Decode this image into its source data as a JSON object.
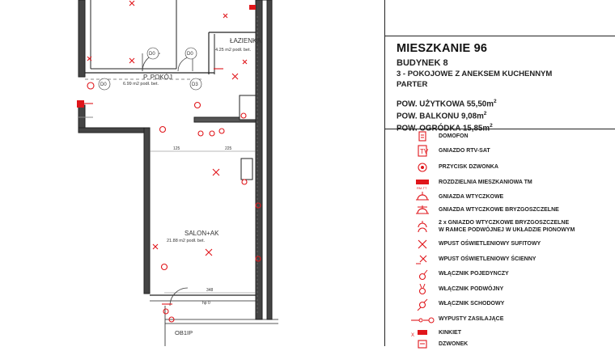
{
  "plan": {
    "rooms": [
      {
        "key": "lazienka",
        "name": "ŁAZIENKA",
        "area": "4.25 m2 podł. bet."
      },
      {
        "key": "pokoj",
        "name": "P. POKÓJ",
        "area": "6.99 m2 podł. bet."
      },
      {
        "key": "salon",
        "name": "SALON+AK",
        "area": "21.88 m2 podł. bet."
      },
      {
        "key": "balkon",
        "name": "OB1IP",
        "area": ""
      }
    ],
    "door_tags": [
      "D0",
      "D0",
      "D3",
      "D0"
    ],
    "dims": [
      "125",
      "225",
      "348",
      "hp 0"
    ]
  },
  "info": {
    "title": "MIESZKANIE 96",
    "building": "BUDYNEK 8",
    "type": "3 - POKOJOWE Z ANEKSEM KUCHENNYM",
    "floor": "PARTER",
    "area_lines": [
      {
        "label": "POW. UŻYTKOWA 55,50m",
        "sup": "2"
      },
      {
        "label": "POW. BALKONU 9,08m",
        "sup": "2"
      },
      {
        "label": "POW. OGRÓDKA 15,85m",
        "sup": "2"
      }
    ]
  },
  "legend": {
    "colors": {
      "symbol": "#e0161b",
      "line": "#222222"
    },
    "items": [
      {
        "icon": "intercom-icon",
        "label": "DOMOFON"
      },
      {
        "icon": "tv-socket-icon",
        "label": "GNIAZDO RTV-SAT"
      },
      {
        "icon": "doorbell-button-icon",
        "label": "PRZYCISK DZWONKA"
      },
      {
        "icon": "distribution-board-icon",
        "label": "ROZDZIELNIA MIESZKANIOWA TM"
      },
      {
        "icon": "socket-icon",
        "label": "GNIAZDA WTYCZKOWE"
      },
      {
        "icon": "splashproof-socket-icon",
        "label": "GNIAZDA WTYCZKOWE BRYZGOSZCZELNE"
      },
      {
        "icon": "double-socket-icon",
        "label": "2 x GNIAZDO WTYCZKOWE BRYZGOSZCZELNE\nW RAMCE PODWÓJNEJ W UKŁADZIE PIONOWYM"
      },
      {
        "icon": "ceiling-light-icon",
        "label": "WPUST OŚWIETLENIOWY SUFITOWY"
      },
      {
        "icon": "wall-light-icon",
        "label": "WPUST OŚWIETLENIOWY ŚCIENNY"
      },
      {
        "icon": "single-switch-icon",
        "label": "WŁĄCZNIK POJEDYNCZY"
      },
      {
        "icon": "double-switch-icon",
        "label": "WŁĄCZNIK PODWÓJNY"
      },
      {
        "icon": "stair-switch-icon",
        "label": "WŁĄCZNIK SCHODOWY"
      },
      {
        "icon": "power-outlet-icon",
        "label": "WYPUSTY ZASILAJĄCE"
      },
      {
        "icon": "kinkiet-icon",
        "label": "KINKIET"
      },
      {
        "icon": "bell-icon",
        "label": "DZWONEK"
      }
    ]
  }
}
